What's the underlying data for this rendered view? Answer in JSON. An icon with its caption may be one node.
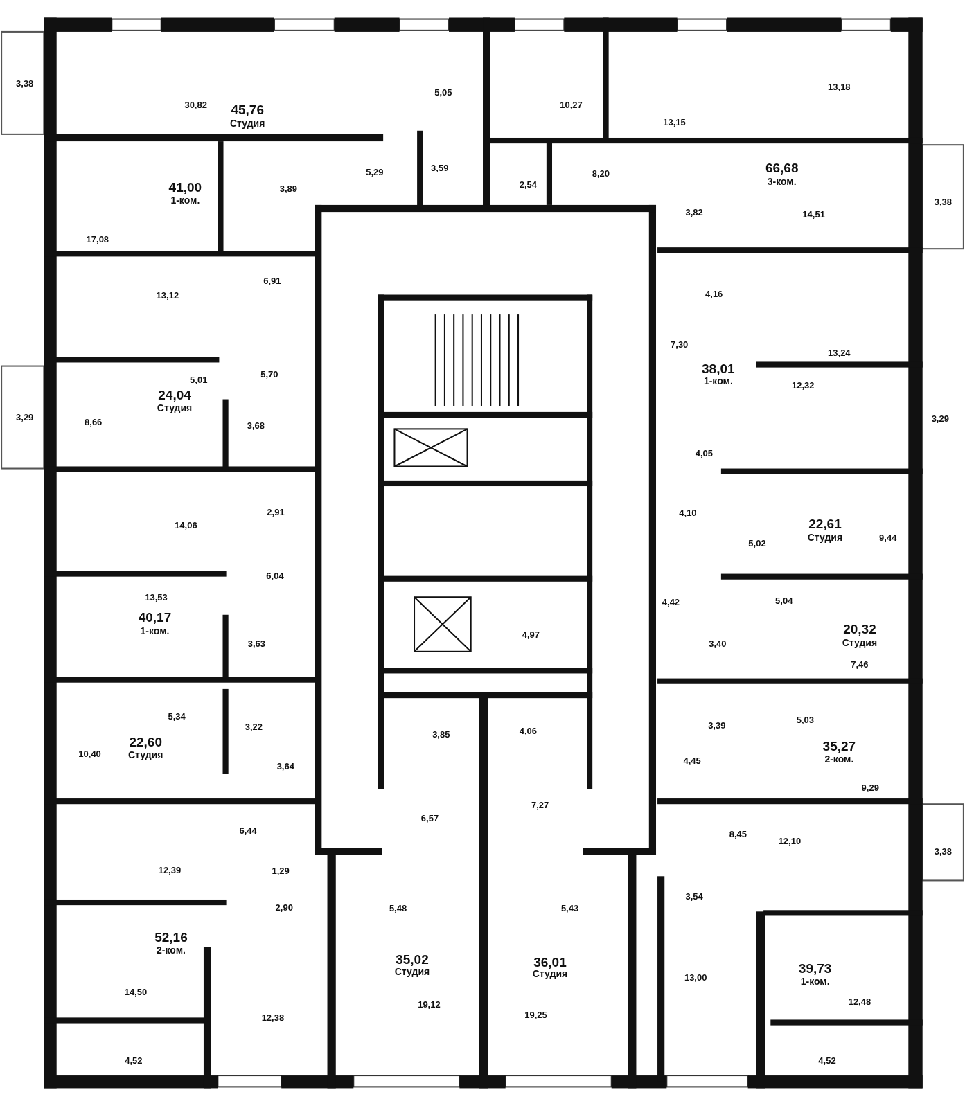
{
  "diagram": {
    "labels": [
      "3,38",
      "30,82",
      "45,76",
      "Студия",
      "5,05",
      "10,27",
      "13,15",
      "13,18",
      "41,00",
      "1-ком.",
      "3,89",
      "5,29",
      "3,59",
      "2,54",
      "8,20",
      "66,68",
      "3-ком.",
      "3,82",
      "14,51",
      "3,38",
      "17,08",
      "6,91",
      "13,12",
      "4,16",
      "7,30",
      "13,24",
      "5,01",
      "5,70",
      "24,04",
      "Студия",
      "3,29",
      "8,66",
      "3,68",
      "38,01",
      "1-ком.",
      "12,32",
      "3,29",
      "4,05",
      "14,06",
      "2,91",
      "4,10",
      "22,61",
      "Студия",
      "5,02",
      "9,44",
      "6,04",
      "13,53",
      "40,17",
      "1-ком.",
      "3,63",
      "4,42",
      "5,04",
      "20,32",
      "Студия",
      "4,97",
      "3,40",
      "7,46",
      "5,34",
      "3,22",
      "10,40",
      "22,60",
      "Студия",
      "3,85",
      "4,06",
      "5,03",
      "3,39",
      "35,27",
      "2-ком.",
      "3,64",
      "4,45",
      "9,29",
      "6,57",
      "7,27",
      "6,44",
      "8,45",
      "12,10",
      "3,38",
      "12,39",
      "1,29",
      "3,54",
      "2,90",
      "5,48",
      "5,43",
      "52,16",
      "2-ком.",
      "35,02",
      "Студия",
      "36,01",
      "Студия",
      "13,00",
      "39,73",
      "1-ком.",
      "14,50",
      "12,38",
      "19,12",
      "19,25",
      "12,48",
      "4,52",
      "4,52"
    ]
  }
}
